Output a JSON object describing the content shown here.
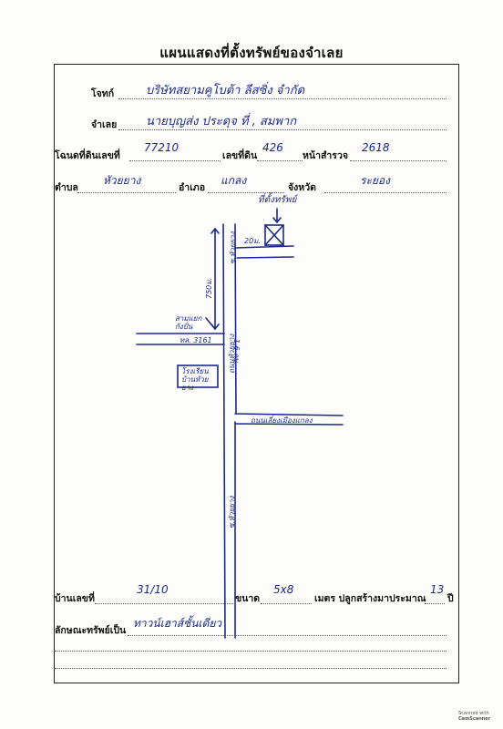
{
  "form": {
    "title": "แผนแสดงที่ตั้งทรัพย์ของจำเลย",
    "plaintiff_label": "โจทก์",
    "plaintiff_value": "บริษัทสยามคูโบต้า ลีสซิ่ง จำกัด",
    "defendant_label": "จำเลย",
    "defendant_value": "นายบุญส่ง ประดุจ ที่ , สมพาก",
    "deed_label": "โฉนดที่ดินเลขที่",
    "deed_value": "77210",
    "land_no_label": "เลขที่ดิน",
    "land_no_value": "426",
    "survey_label": "หน้าสำรวจ",
    "survey_value": "2618",
    "subdistrict_label": "ตำบล",
    "subdistrict_value": "หัวยยาง",
    "district_label": "อำเภอ",
    "district_value": "แกลง",
    "province_label": "จังหวัด",
    "province_value": "ระยอง",
    "house_no_label": "บ้านเลขที่",
    "house_no_value": "31/10",
    "size_label": "ขนาด",
    "size_value": "5x8",
    "age_label": "เมตร ปลูกสร้างมาประมาณ",
    "age_value": "13",
    "age_unit": "ปี",
    "property_label": "ลักษณะทรัพย์เป็น",
    "property_value": "ทาวน์เฮาส์ชั้นเดียว"
  },
  "map": {
    "property_marker_label": "ที่ตั้งทรัพย์",
    "road_label_top": "ซ.หัวยยาง",
    "distance_20m": "20ม.",
    "distance_750m": "750ม.",
    "distance_1_6km": "1.6 กม.",
    "junction_label": "สามแยก กังปั่น",
    "main_road_label": "ทล. 3161",
    "side_road_label": "ถนนหัวยยาง",
    "school_label": "โรงเรียน บ้านหัวยยาง",
    "bottom_road_label": "ถนนเลี่ยงเมืองแกลง",
    "south_label": "ซ.หัวยยาง"
  },
  "scanner": {
    "line1": "Scanned with",
    "line2": "CamScanner"
  }
}
